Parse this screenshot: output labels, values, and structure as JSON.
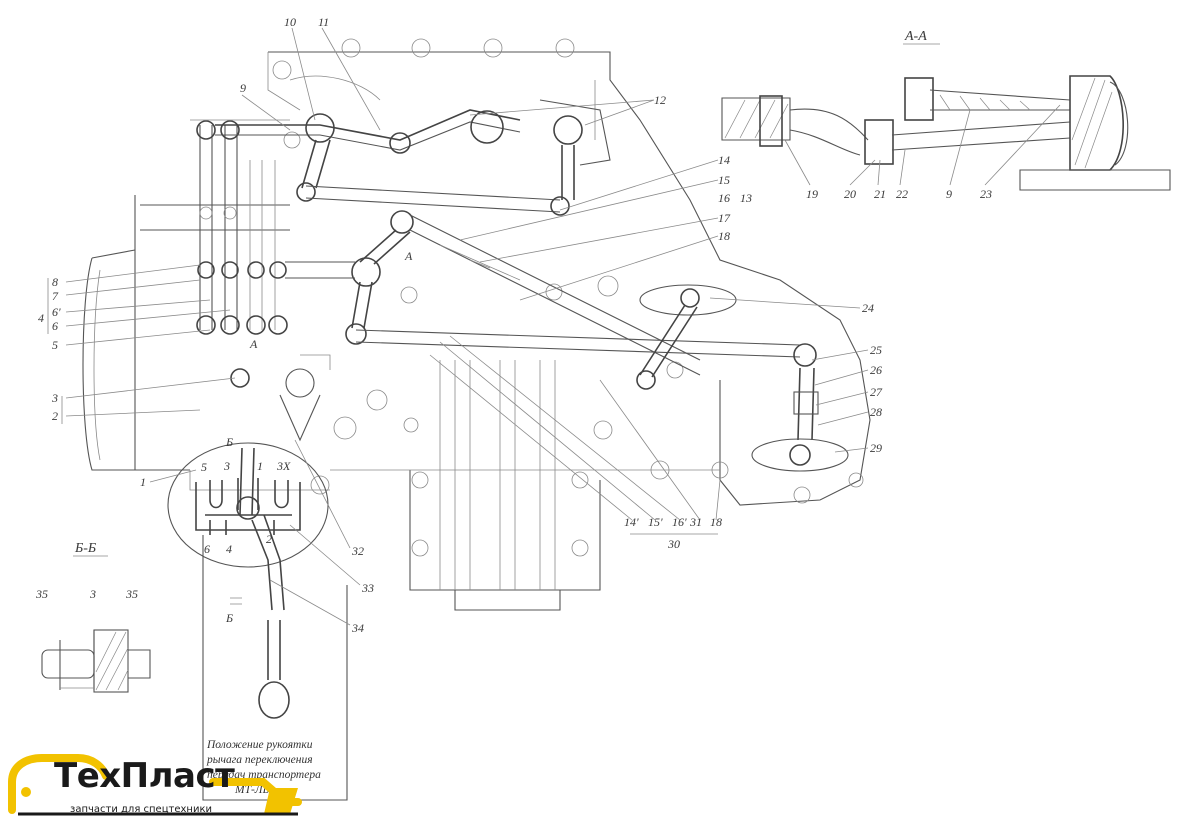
{
  "section_titles": {
    "aa": "А-А",
    "bb": "Б-Б"
  },
  "cut_marks": {
    "a": "А",
    "b": "Б"
  },
  "labels": {
    "n1": "1",
    "n2": "2",
    "n3": "3",
    "n4": "4",
    "n5": "5",
    "n6": "6",
    "n7": "7",
    "n8": "8",
    "n9": "9",
    "n10": "10",
    "n11": "11",
    "n12": "12",
    "n13": "13",
    "n14": "14",
    "n15": "15",
    "n16": "16",
    "n17": "17",
    "n18": "18",
    "n19": "19",
    "n20": "20",
    "n21": "21",
    "n22": "22",
    "n23": "23",
    "n24": "24",
    "n25": "25",
    "n26": "26",
    "n27": "27",
    "n28": "28",
    "n29": "29",
    "n30": "30",
    "n31": "31",
    "n32": "32",
    "n33": "33",
    "n34": "34",
    "n35": "35",
    "n6p": "6'",
    "n14p": "14'",
    "n15p": "15'",
    "n16p": "16'"
  },
  "gate_positions": {
    "p5": "5",
    "p3": "3",
    "p1": "1",
    "p3x": "3X",
    "p6": "6",
    "p4": "4",
    "p2": "2"
  },
  "caption_lines": [
    "Положение рукоятки",
    "рычага переключения",
    "передач транспортера",
    "МТ-ЛБ"
  ],
  "logo": {
    "name": "ТехПласт",
    "tagline": "запчасти для спецтехники",
    "accent_color": "#f2c200"
  }
}
